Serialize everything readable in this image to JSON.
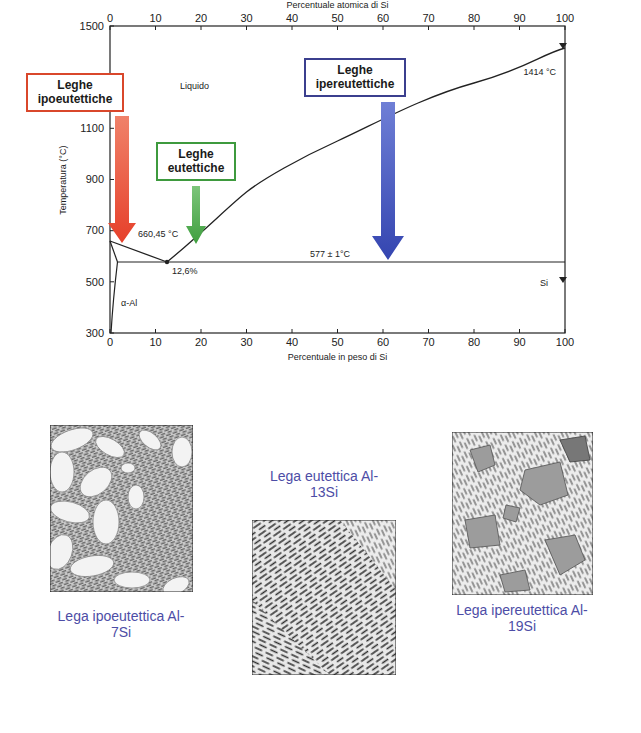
{
  "diagram": {
    "nodes": [
      {
        "text": [
          "Leghe ipoeutettiche"
        ]
      },
      {
        "text": [
          "Leghe eutettiche"
        ]
      },
      {
        "text": [
          "Leghe ipereutettiche"
        ]
      }
    ],
    "labels": [
      "Percentuale atomica di Si",
      "0",
      "10",
      "20",
      "30",
      "40",
      "50",
      "60",
      "70",
      "80",
      "90",
      "100",
      "1500",
      "1100",
      "900",
      "700",
      "500",
      "300",
      "Temperatura (°C)",
      "0",
      "10",
      "20",
      "30",
      "40",
      "50",
      "60",
      "70",
      "80",
      "90",
      "100",
      "Percentuale in peso di Si",
      "Liquido",
      "660,45 °C",
      "α-Al",
      "12,6%",
      "577 ± 1°C",
      "1414 °C",
      "Si",
      "Lega ipoeutettica Al-7Si",
      "Lega eutettica Al-13Si",
      "Lega ipereutettica Al-19Si"
    ]
  }
}
